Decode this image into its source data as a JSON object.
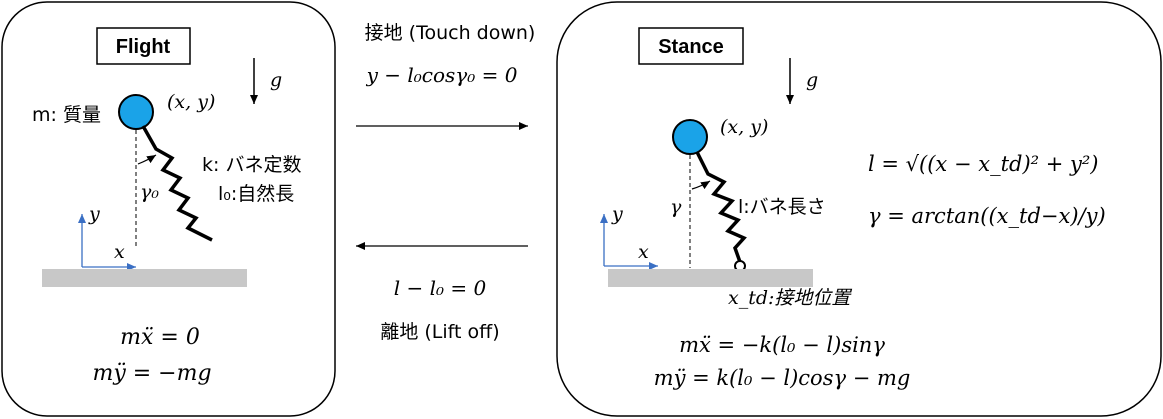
{
  "flight": {
    "title": "Flight",
    "mass_label": "m: 質量",
    "position_label": "(x, y)",
    "gravity_label": "g",
    "spring_label": "k: バネ定数",
    "rest_length_label": "l₀:自然長",
    "angle_label": "γ₀",
    "axis_x": "x",
    "axis_y": "y",
    "eq1": "mẍ = 0",
    "eq2": "mÿ = −mg"
  },
  "transition": {
    "touchdown_label": "接地 (Touch down)",
    "touchdown_eq": "y − l₀cosγ₀ = 0",
    "liftoff_eq": "l − l₀ = 0",
    "liftoff_label": "離地 (Lift off)"
  },
  "stance": {
    "title": "Stance",
    "position_label": "(x, y)",
    "gravity_label": "g",
    "spring_label": "l:バネ長さ",
    "angle_label": "γ",
    "axis_x": "x",
    "axis_y": "y",
    "contact_label": "x_td:接地位置",
    "length_eq": "l = √((x − x_td)² + y²)",
    "angle_eq": "γ = arctan((x_td−x)/y)",
    "eq1": "mẍ = −k(l₀ − l)sinγ",
    "eq2": "mÿ = k(l₀ − l)cosγ − mg"
  },
  "colors": {
    "mass_fill": "#1aa3e8",
    "ground": "#c8c8c8",
    "axis": "#3a6fc4"
  }
}
